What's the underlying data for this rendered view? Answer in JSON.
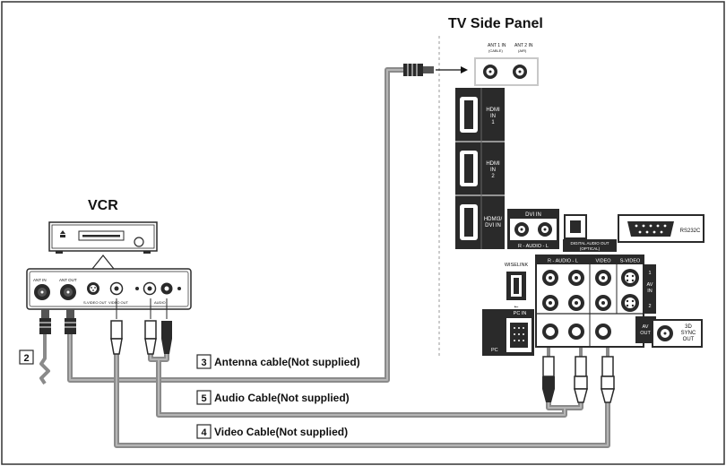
{
  "titles": {
    "tv_side_panel": "TV Side Panel",
    "vcr": "VCR"
  },
  "tv_panel": {
    "ant1_in": "ANT 1 IN",
    "ant1_sub": "(CABLE)",
    "ant2_in": "ANT 2 IN",
    "ant2_sub": "(AIR)",
    "hdmi_in_1": [
      "HDMI",
      "IN",
      "1"
    ],
    "hdmi_in_2": [
      "HDMI",
      "IN",
      "2"
    ],
    "hdmi3_dvi_in": [
      "HDMI3/",
      "DVI IN"
    ],
    "dvi_in": "DVI IN",
    "dvi_audio": "R - AUDIO - L",
    "digital_audio_out": [
      "DIGITAL AUDIO OUT",
      "(OPTICAL)"
    ],
    "rs232c": "RS232C",
    "wiselink": "WISELINK",
    "audio_header": "R - AUDIO - L",
    "video_header": "VIDEO",
    "svideo_header": "S-VIDEO",
    "av_in": [
      "AV",
      "IN"
    ],
    "av_in_1": "1",
    "av_in_2": "2",
    "av_out": [
      "AV",
      "OUT"
    ],
    "pc_in": "PC IN",
    "pc": "PC",
    "sync_out": [
      "3D",
      "SYNC",
      "OUT"
    ]
  },
  "vcr_panel": {
    "ant_in": "ANT IN",
    "ant_out": "ANT OUT",
    "svideo_out": "S-VIDEO OUT",
    "video_out": "VIDEO OUT",
    "audio": "AUDIO"
  },
  "wall_label": "2",
  "cables": [
    {
      "number": "3",
      "name": "Antenna cable(Not supplied)"
    },
    {
      "number": "5",
      "name": "Audio Cable(Not supplied)"
    },
    {
      "number": "4",
      "name": "Video Cable(Not supplied)"
    }
  ],
  "colors": {
    "cable": "#8a8a8a",
    "cable_core": "#b5b5b5",
    "port_fill": "#2a2a2a",
    "highlight_box": "#c8c8c8",
    "border": "#333333"
  }
}
